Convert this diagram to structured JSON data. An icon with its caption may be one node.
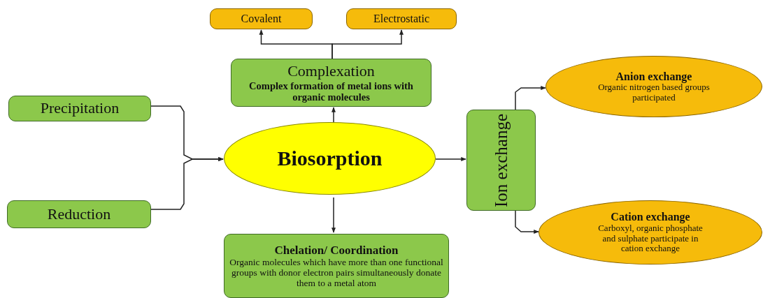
{
  "diagram": {
    "nodes": [
      {
        "text": [
          "Covalent"
        ]
      },
      {
        "text": [
          "Electrostatic"
        ]
      },
      {
        "text": [
          "Complexation",
          "Complex formation of metal ions with organic molecules"
        ]
      },
      {
        "text": [
          "Precipitation"
        ]
      },
      {
        "text": [
          "Biosorption"
        ]
      },
      {
        "text": [
          "Reduction"
        ]
      },
      {
        "text": [
          "Chelation/ Coordination",
          "Organic molecules which have more than one functional groups with donor electron pairs simultaneously donate them to a metal atom"
        ]
      },
      {
        "text": [
          "Ion exchange"
        ]
      },
      {
        "text": [
          "Anion exchange",
          "Organic nitrogen based groups participated"
        ]
      },
      {
        "text": [
          "Cation exchange",
          "Carboxyl, organic phosphate and sulphate participate in cation exchange"
        ]
      }
    ],
    "edges": [
      {
        "from": 2,
        "to": 0,
        "arrow": "to"
      },
      {
        "from": 2,
        "to": 1,
        "arrow": "to"
      },
      {
        "from": 4,
        "to": 2,
        "arrow": "to"
      },
      {
        "from": 3,
        "to": 4,
        "arrow": "to"
      },
      {
        "from": 5,
        "to": 4,
        "arrow": "to"
      },
      {
        "from": 4,
        "to": 6,
        "arrow": "to"
      },
      {
        "from": 4,
        "to": 7,
        "arrow": "to"
      },
      {
        "from": 7,
        "to": 8,
        "arrow": "to"
      },
      {
        "from": 7,
        "to": 9,
        "arrow": "to"
      }
    ]
  }
}
